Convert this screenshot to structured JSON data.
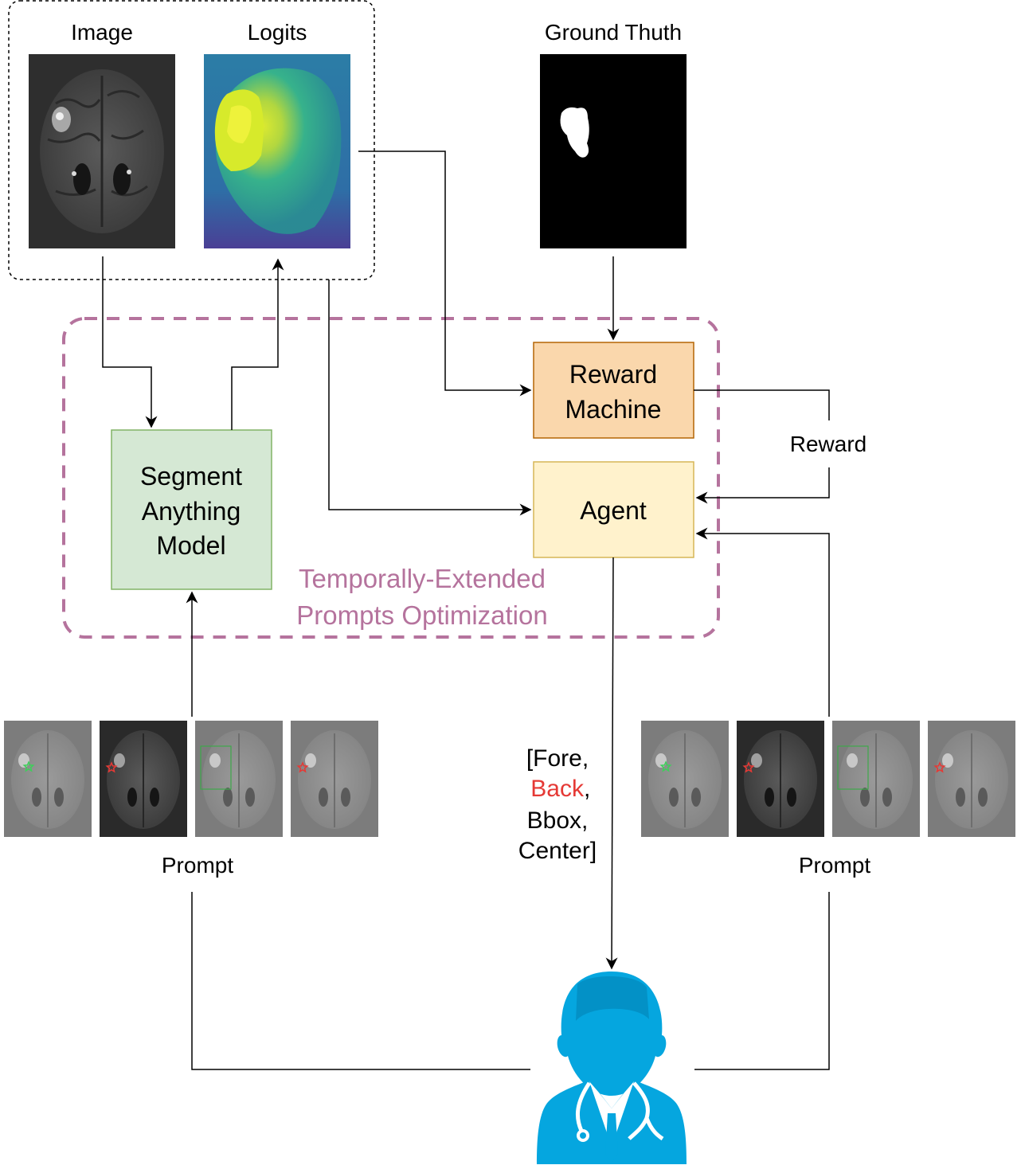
{
  "labels": {
    "image": "Image",
    "logits": "Logits",
    "ground_truth": "Ground Thuth",
    "reward_machine_line1": "Reward",
    "reward_machine_line2": "Machine",
    "agent": "Agent",
    "sam_line1": "Segment",
    "sam_line2": "Anything",
    "sam_line3": "Model",
    "reward_edge": "Reward",
    "region_line1": "Temporally-Extended",
    "region_line2": "Prompts Optimization",
    "prompt_left": "Prompt",
    "prompt_right": "Prompt",
    "action_open": "[Fore,",
    "action_back": "Back",
    "action_comma": ",",
    "action_bbox": "Bbox,",
    "action_center": "Center]"
  },
  "colors": {
    "reward_machine_fill": "#fad7ac",
    "reward_machine_stroke": "#b46504",
    "agent_fill": "#fff2cc",
    "agent_stroke": "#d6b656",
    "sam_fill": "#d5e8d4",
    "sam_stroke": "#82b366",
    "region_stroke": "#b5739d",
    "region_text": "#b5739d",
    "back_text": "#e53935",
    "doctor": "#05a6df"
  },
  "prompt_thumbs": [
    "foreground-star",
    "background-star",
    "bounding-box",
    "center-star"
  ],
  "icons": [
    "brain-mri-thumbnail",
    "logits-heatmap",
    "ground-truth-mask",
    "doctor-icon"
  ]
}
